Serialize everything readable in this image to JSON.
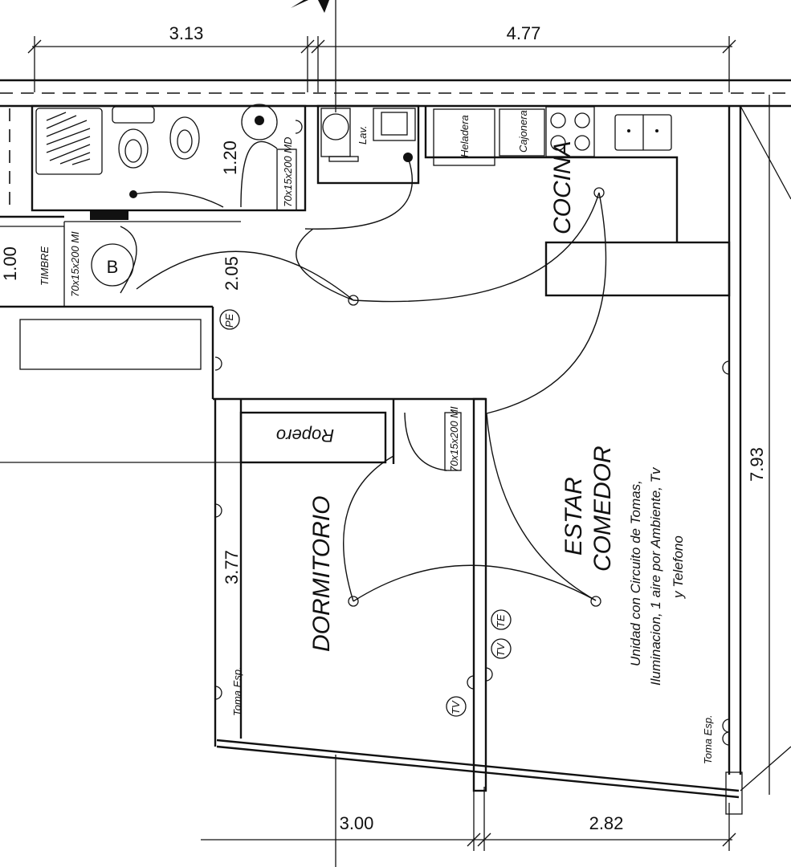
{
  "dimensions": {
    "top_left": "3.13",
    "top_right": "4.77",
    "bath_height": "1.20",
    "hall_height": "2.05",
    "hall_small": "1.00",
    "bedroom_height": "3.77",
    "total_height": "7.93",
    "bottom_left": "3.00",
    "bottom_right": "2.82"
  },
  "rooms": {
    "kitchen": "COCINA",
    "bedroom": "DORMITORIO",
    "living_line1": "ESTAR",
    "living_line2": "COMEDOR"
  },
  "fixtures": {
    "wardrobe": "Ropero",
    "fridge": "Heladera",
    "drawers": "Cajonera",
    "laundry": "Lav.",
    "timbre": "TIMBRE",
    "board_b": "B",
    "pe": "PE",
    "tv": "TV",
    "te": "TE",
    "outlet_left": "Toma Esp.",
    "outlet_right": "Toma Esp."
  },
  "doors": {
    "bath": "70x15x200 MD",
    "hall": "70x15x200 MI",
    "bedroom": "70x15x200 MI"
  },
  "note": {
    "line1": "Unidad con Circuito de Tomas,",
    "line2": "Iluminacion, 1 aire por Ambiente, Tv",
    "line3": "y Telefono"
  }
}
